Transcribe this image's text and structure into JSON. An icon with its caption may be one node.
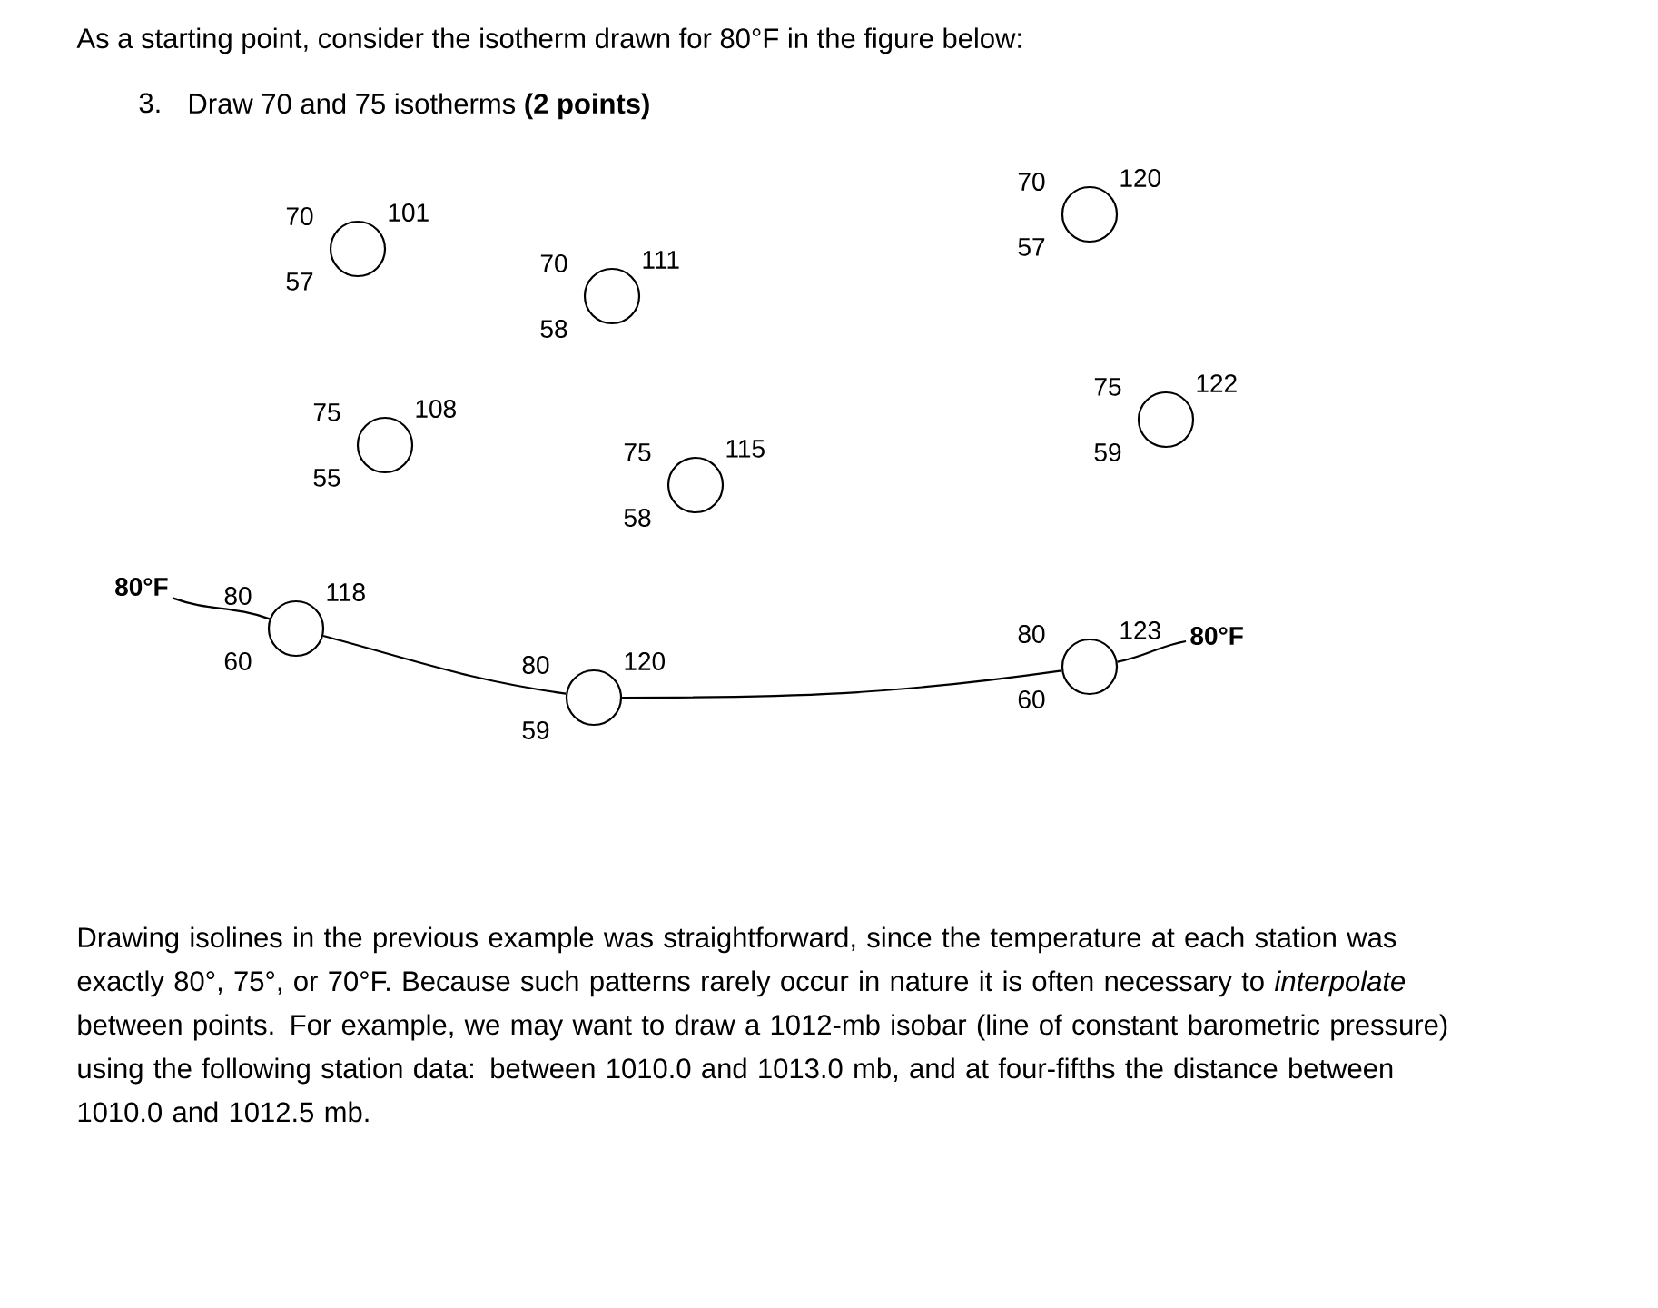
{
  "diagram": {
    "nodes": [
      {
        "text": [
          "80°F"
        ]
      },
      {
        "text": [],
        "shape": "circle",
        "beside": [
          "70",
          "101",
          "57"
        ]
      },
      {
        "text": [],
        "shape": "circle",
        "beside": [
          "70",
          "111",
          "58"
        ]
      },
      {
        "text": [],
        "shape": "circle",
        "beside": [
          "70",
          "120",
          "57"
        ]
      },
      {
        "text": [],
        "shape": "circle",
        "beside": [
          "75",
          "108",
          "55"
        ]
      },
      {
        "text": [],
        "shape": "circle",
        "beside": [
          "75",
          "115",
          "58"
        ]
      },
      {
        "text": [],
        "shape": "circle",
        "beside": [
          "75",
          "122",
          "59"
        ]
      },
      {
        "text": [],
        "shape": "circle",
        "beside": [
          "80",
          "118",
          "60"
        ]
      },
      {
        "text": [],
        "shape": "circle",
        "beside": [
          "80",
          "120",
          "59"
        ]
      },
      {
        "text": [],
        "shape": "circle",
        "beside": [
          "80",
          "123",
          "60"
        ]
      },
      {
        "text": [
          "80°F"
        ]
      }
    ],
    "edges": [
      {
        "from": 0,
        "to": 7,
        "arrow": "none"
      },
      {
        "from": 7,
        "to": 8,
        "arrow": "none"
      },
      {
        "from": 8,
        "to": 9,
        "arrow": "none"
      },
      {
        "from": 9,
        "to": 10,
        "arrow": "none"
      }
    ],
    "labels": [
      "As a starting point, consider the isotherm drawn for 80°F in the figure below:",
      "3.",
      "Draw 70 and 75 isotherms **(2 points)**",
      "Drawing isolines in the previous example was straightforward, since the temperature at each station was exactly 80°, 75°, or 70°F. Because such patterns rarely occur in nature it is often necessary to *interpolate* between points. For example, we may want to draw a 1012-mb isobar (line of constant barometric pressure) using the following station data: between 1010.0 and 1013.0 mb, and at four-fifths the distance between 1010.0 and 1012.5 mb."
    ]
  }
}
